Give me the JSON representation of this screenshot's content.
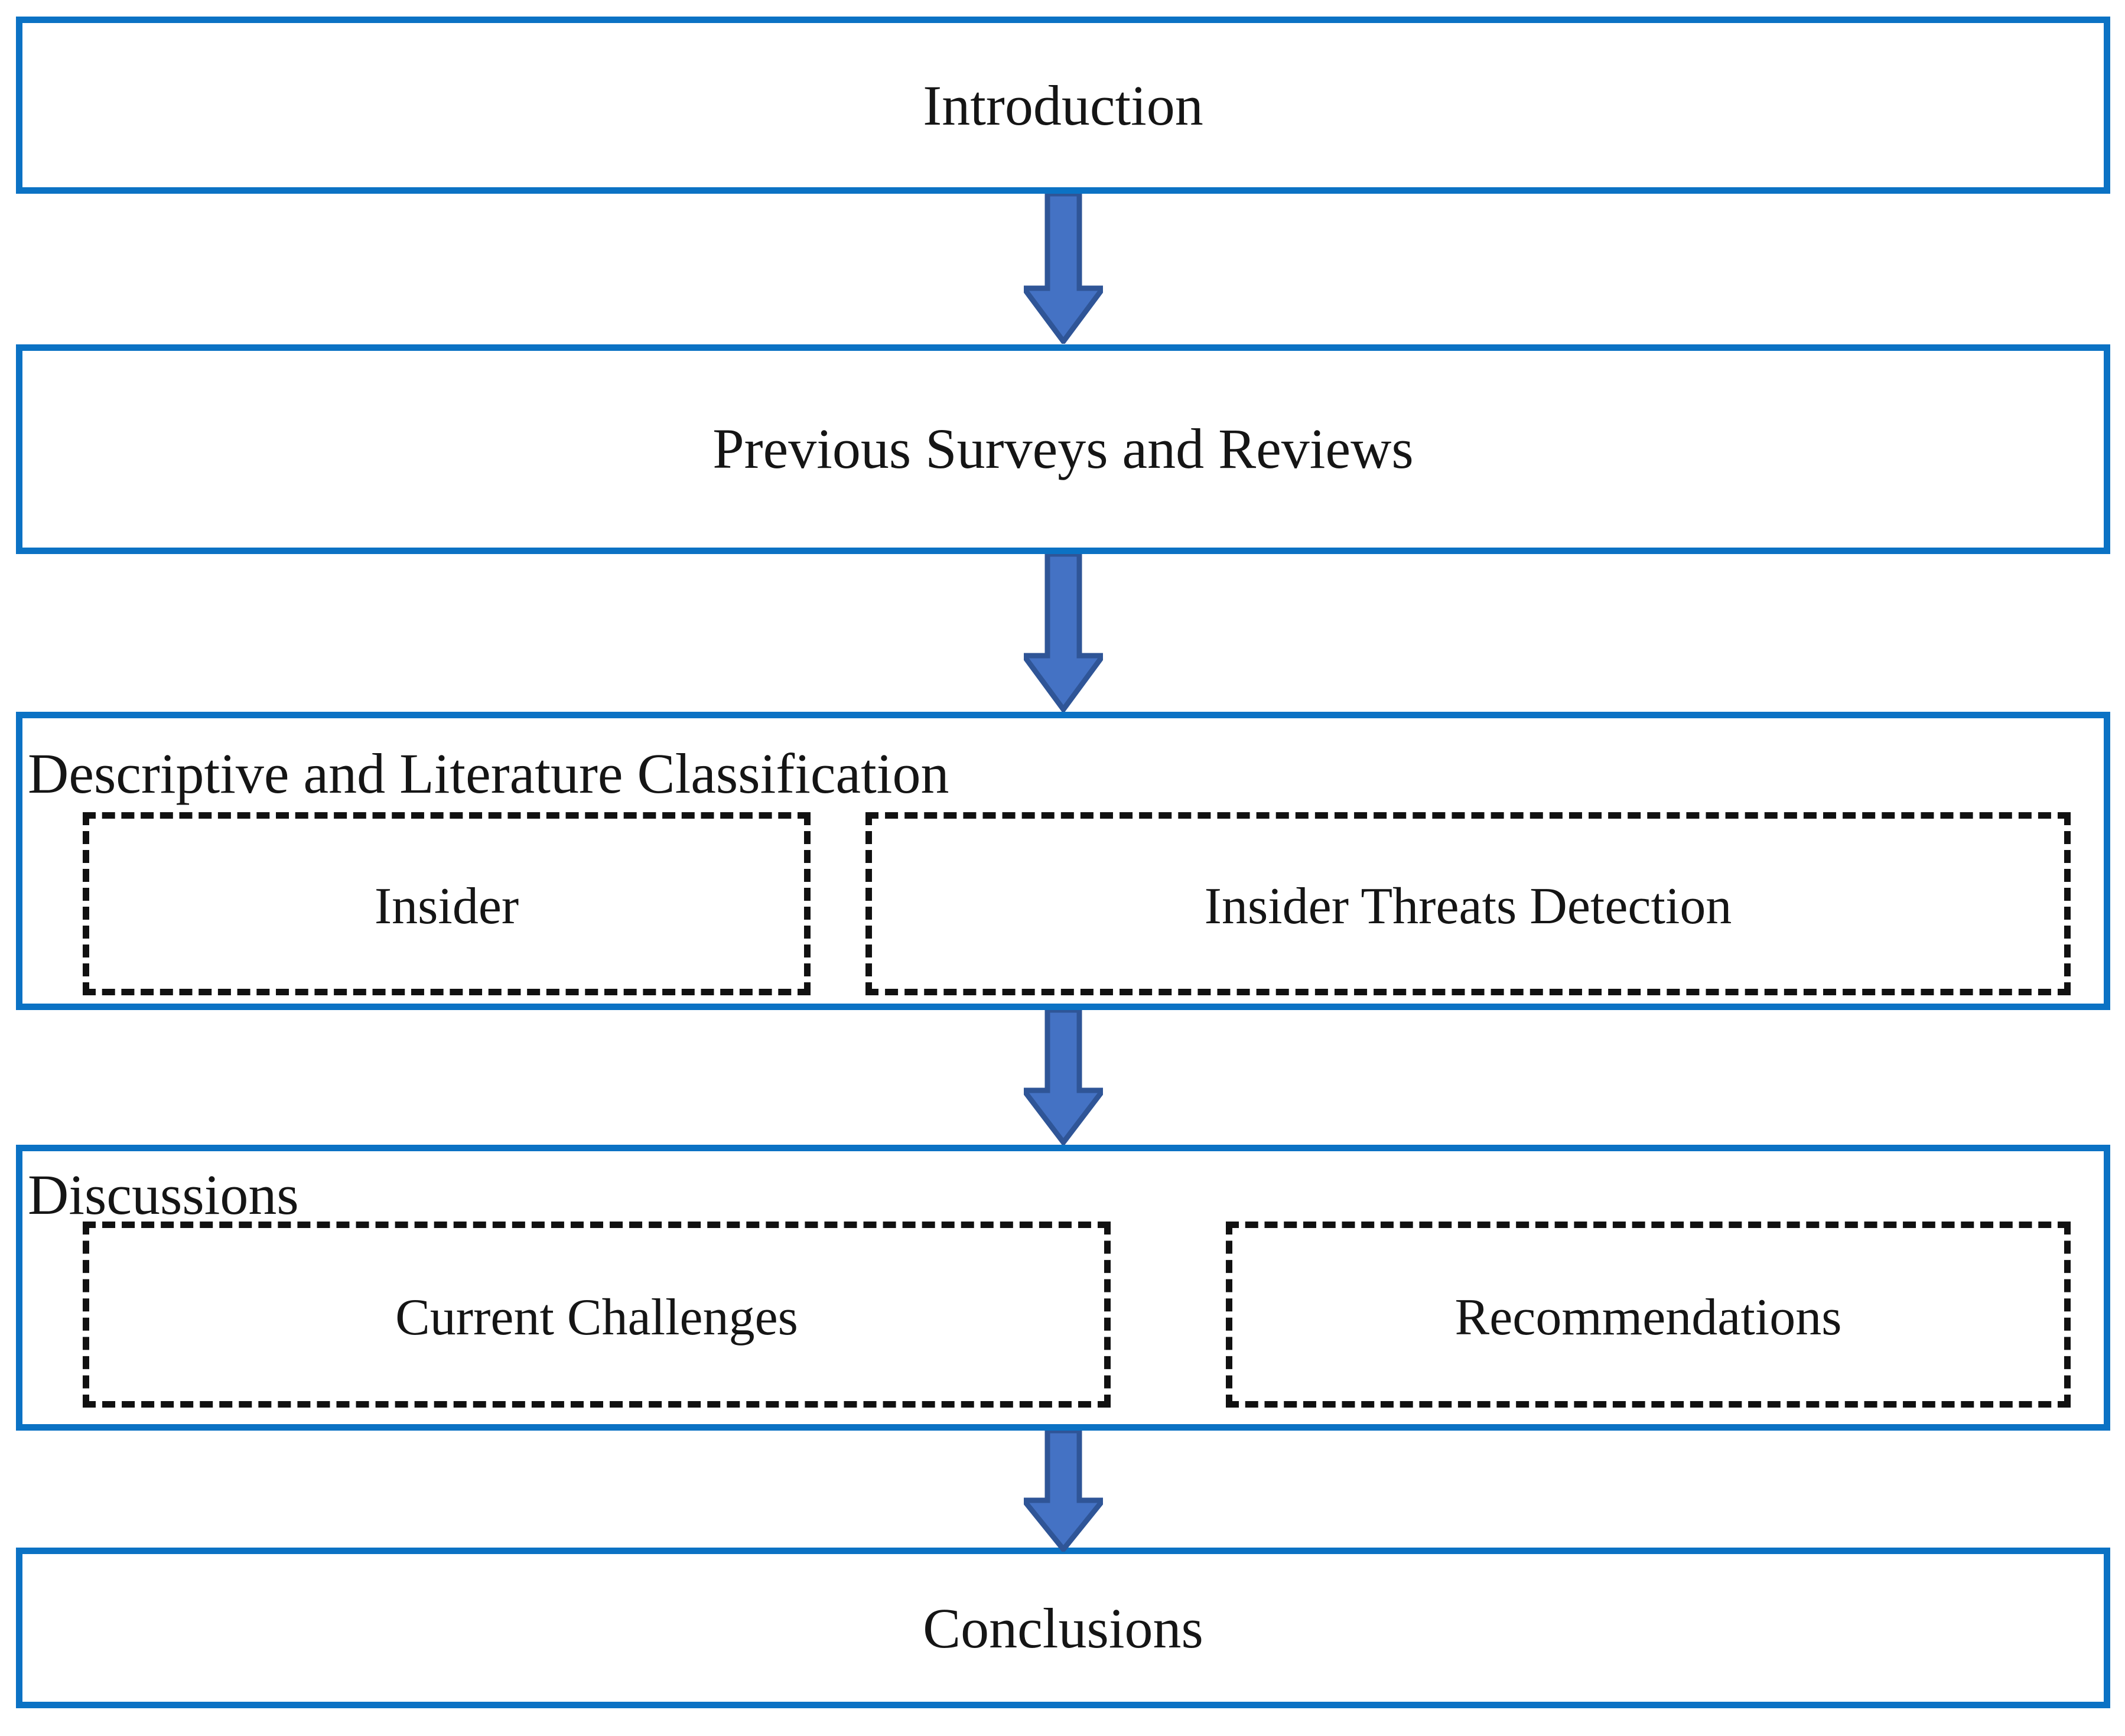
{
  "diagram": {
    "type": "flowchart",
    "orientation": "top-to-bottom",
    "colors": {
      "box_border": "#0b72c4",
      "box_fill": "#ffffff",
      "sub_box_border": "#111111",
      "arrow_fill": "#4472c4",
      "arrow_stroke": "#2f5597",
      "text": "#151515"
    },
    "stages": [
      {
        "id": "introduction",
        "title": "Introduction",
        "sub_boxes": []
      },
      {
        "id": "previous-surveys-and-reviews",
        "title": "Previous Surveys and Reviews",
        "sub_boxes": []
      },
      {
        "id": "descriptive-and-literature-classification",
        "title": "Descriptive and Literature Classification",
        "sub_boxes": [
          {
            "id": "insider",
            "title": "Insider"
          },
          {
            "id": "insider-threats-detection",
            "title": "Insider Threats Detection"
          }
        ]
      },
      {
        "id": "discussions",
        "title": "Discussions",
        "sub_boxes": [
          {
            "id": "current-challenges",
            "title": "Current Challenges"
          },
          {
            "id": "recommendations",
            "title": "Recommendations"
          }
        ]
      },
      {
        "id": "conclusions",
        "title": "Conclusions",
        "sub_boxes": []
      }
    ],
    "connectors": [
      {
        "id": "arrow-1",
        "from": "introduction",
        "to": "previous-surveys-and-reviews",
        "icon": "down-arrow-icon"
      },
      {
        "id": "arrow-2",
        "from": "previous-surveys-and-reviews",
        "to": "descriptive-and-literature-classification",
        "icon": "down-arrow-icon"
      },
      {
        "id": "arrow-3",
        "from": "descriptive-and-literature-classification",
        "to": "discussions",
        "icon": "down-arrow-icon"
      },
      {
        "id": "arrow-4",
        "from": "discussions",
        "to": "conclusions",
        "icon": "down-arrow-icon"
      }
    ]
  }
}
